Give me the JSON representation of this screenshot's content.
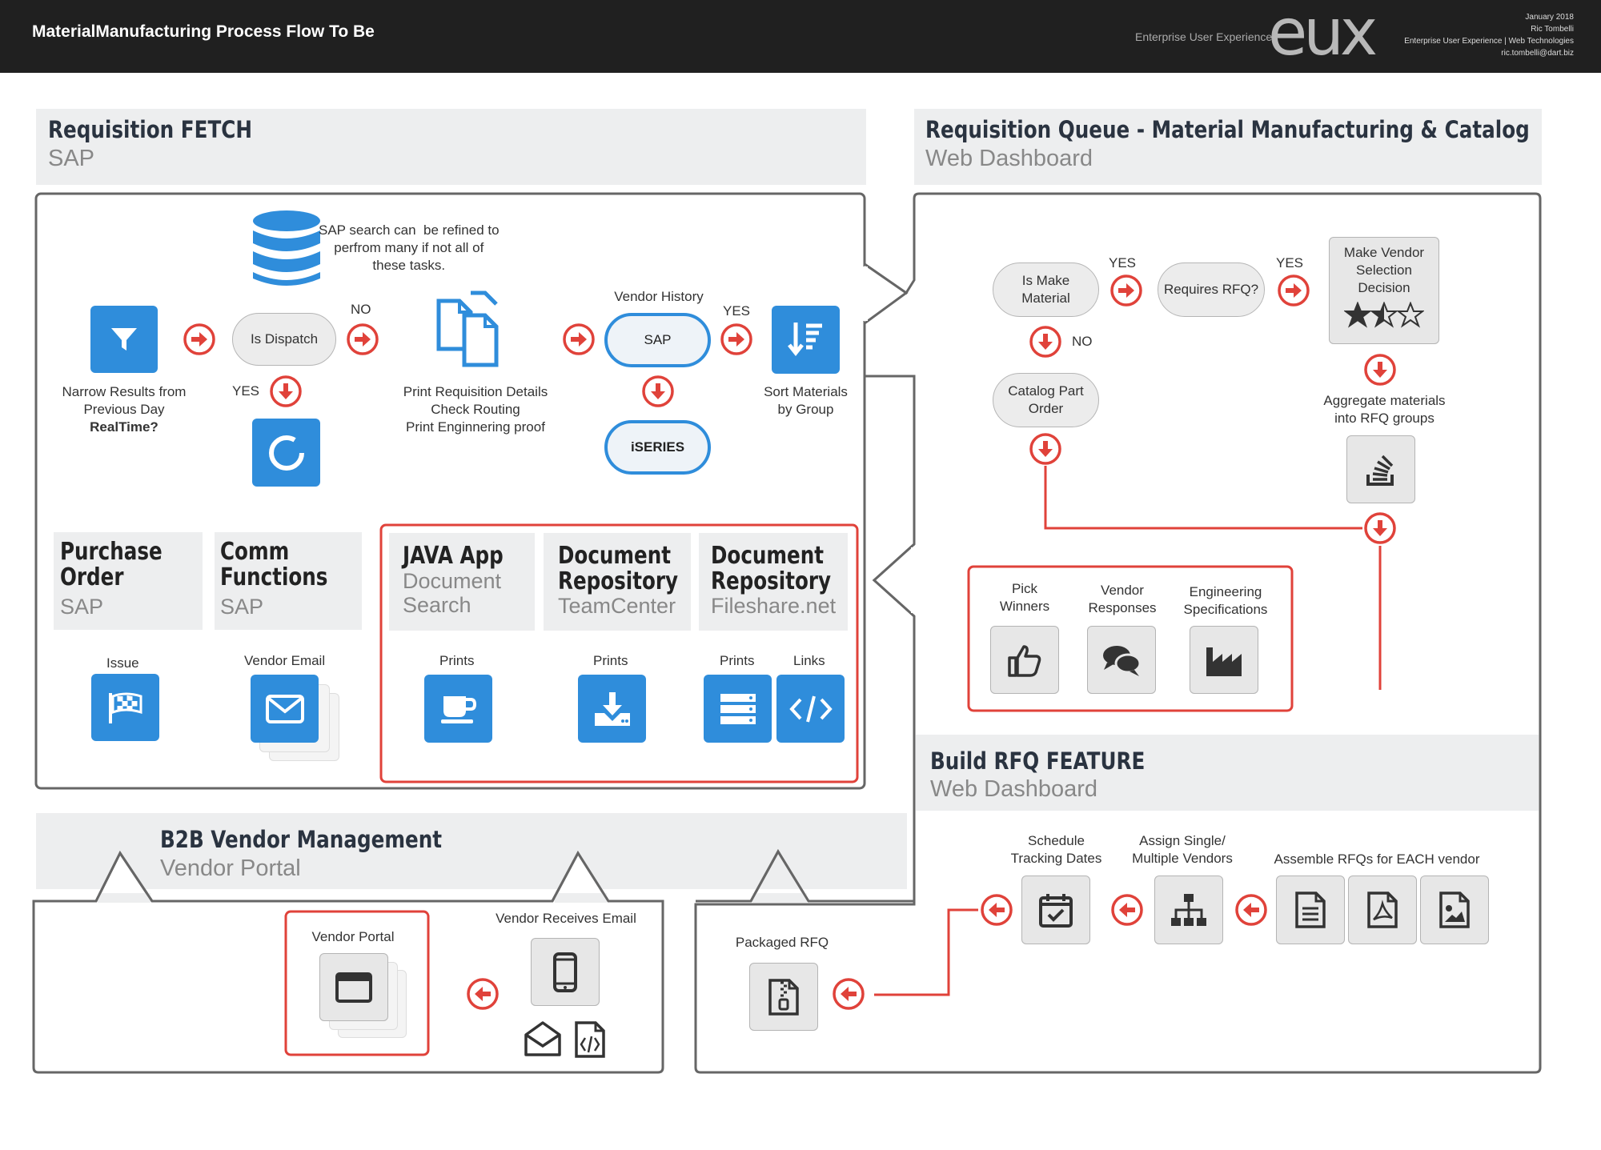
{
  "header": {
    "title": "MaterialManufacturing Process Flow To Be",
    "brand_caption": "Enterprise User Experience",
    "logo": "eux",
    "meta": [
      "January 2018",
      "Ric Tombelli",
      "Enterprise User Experience | Web Technologies",
      "ric.tombelli@dart.biz"
    ]
  },
  "fetch": {
    "title": "Requisition FETCH",
    "subtitle": "SAP",
    "db_note": "SAP search can  be refined to\nperfrom many if not all of\nthese tasks.",
    "narrow_label": "Narrow Results from\nPrevious Day",
    "narrow_bold": "RealTime?",
    "dispatch": "Is Dispatch",
    "no": "NO",
    "yes": "YES",
    "print_label": "Print Requisition Details\nCheck Routing\nPrint Enginnering proof",
    "vendor_history": "Vendor History",
    "sap_pill": "SAP",
    "iseries_pill": "iSERIES",
    "yes2": "YES",
    "sort_label": "Sort Materials\nby Group"
  },
  "cards": {
    "purchase": {
      "title": "Purchase\nOrder",
      "subtitle": "SAP",
      "action": "Issue"
    },
    "comm": {
      "title": "Comm\nFunctions",
      "subtitle": "SAP",
      "action": "Vendor Email"
    },
    "java": {
      "title": "JAVA App",
      "subtitle": "Document\nSearch",
      "action": "Prints"
    },
    "teamcenter": {
      "title": "Document\nRepository",
      "subtitle": "TeamCenter",
      "action": "Prints"
    },
    "fileshare": {
      "title": "Document\nRepository",
      "subtitle": "Fileshare.net",
      "action": "Prints",
      "action2": "Links"
    }
  },
  "queue": {
    "title": "Requisition Queue - Material Manufacturing & Catalog",
    "subtitle": "Web Dashboard",
    "is_make": "Is Make\nMaterial",
    "yes": "YES",
    "requires_rfq": "Requires RFQ?",
    "yes2": "YES",
    "vendor_decision": "Make Vendor\nSelection\nDecision",
    "stars": 1.5,
    "no": "NO",
    "catalog": "Catalog Part\nOrder",
    "aggregate": "Aggregate materials\ninto RFQ groups",
    "pick": "Pick\nWinners",
    "responses": "Vendor\nResponses",
    "specs": "Engineering\nSpecifications"
  },
  "build": {
    "title": "Build RFQ FEATURE",
    "subtitle": "Web Dashboard",
    "schedule": "Schedule\nTracking Dates",
    "assign": "Assign Single/\nMultiple Vendors",
    "assemble": "Assemble RFQs for EACH vendor",
    "packaged": "Packaged RFQ"
  },
  "b2b": {
    "title": "B2B Vendor Management",
    "subtitle": "Vendor Portal",
    "portal": "Vendor Portal",
    "receives": "Vendor Receives Email"
  },
  "colors": {
    "accent_red": "#e0423a",
    "icon_blue": "#2f8ddb",
    "header_bg": "#202020",
    "band_bg": "#edeeef"
  }
}
